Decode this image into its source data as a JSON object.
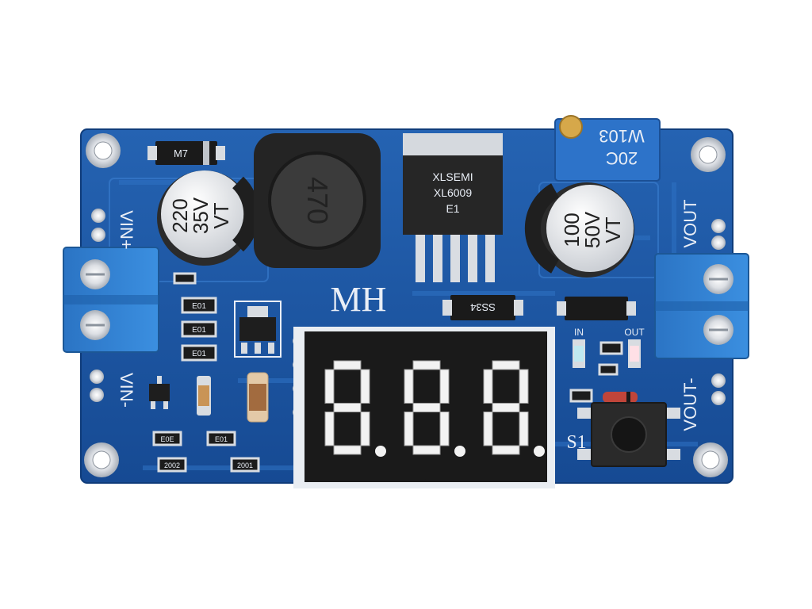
{
  "board": {
    "brand": "MH",
    "silk": {
      "vin_plus": "VIN+",
      "vin_minus": "VIN-",
      "vout": "VOUT",
      "vout_minus": "VOUT-",
      "s1": "S1",
      "led_in": "IN",
      "led_out": "OUT"
    },
    "colors": {
      "pcb": "#1f5aa8",
      "terminal": "#2e7fd0",
      "display": "#1a1a1a",
      "background": "#ffffff"
    }
  },
  "components": {
    "cap_in": {
      "line1": "220",
      "line2": "35V",
      "line3": "VT"
    },
    "cap_out": {
      "line1": "100",
      "line2": "50V",
      "line3": "VT"
    },
    "inductor": {
      "code": "470"
    },
    "regulator": {
      "line1": "XLSEMI",
      "line2": "XL6009",
      "line3": "E1"
    },
    "trimmer": {
      "line1": "W103",
      "line2": "20C"
    },
    "diode_top": {
      "code": "M7"
    },
    "diode_mid": {
      "code": "SS34"
    },
    "resistors": [
      "E01",
      "E01",
      "E01",
      "E0E",
      "E01",
      "2002",
      "2001"
    ]
  },
  "display": {
    "value": "8.8.8",
    "digits": 3
  }
}
